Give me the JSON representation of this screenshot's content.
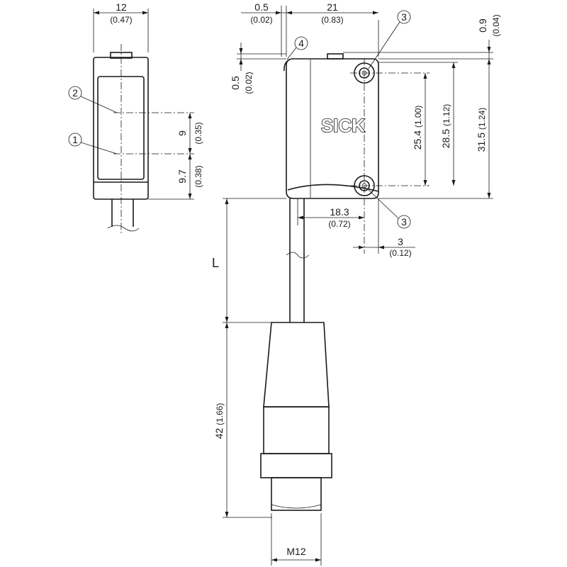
{
  "brand": "SICK",
  "callouts": {
    "c1": "1",
    "c2": "2",
    "c3_top": "3",
    "c3_bottom": "3",
    "c4": "4"
  },
  "dimensions": {
    "width_front": {
      "mm": "12",
      "in": "(0.47)"
    },
    "tab_offset": {
      "mm": "0.5",
      "in": "(0.02)"
    },
    "length_side": {
      "mm": "21",
      "in": "(0.83)"
    },
    "top_gap": {
      "mm": "0.9",
      "in": "(0.04)"
    },
    "tab_height": {
      "mm": "0.5",
      "in": "(0.02)"
    },
    "optic_spacing": {
      "mm": "9",
      "in": "(0.35)"
    },
    "optic_bottom": {
      "mm": "9.7",
      "in": "(0.38)"
    },
    "hole_spacing": {
      "mm": "25.4",
      "in": "(1.00)"
    },
    "hole_to_bottom": {
      "mm": "28.5",
      "in": "(1.12)"
    },
    "overall_height": {
      "mm": "31.5",
      "in": "(1.24)"
    },
    "hole_horizontal": {
      "mm": "18.3",
      "in": "(0.72)"
    },
    "hole_edge": {
      "mm": "3",
      "in": "(0.12)"
    },
    "cable_length": {
      "label": "L"
    },
    "connector_length": {
      "mm": "42",
      "in": "(1.66)"
    },
    "connector_thread": {
      "label": "M12"
    }
  }
}
